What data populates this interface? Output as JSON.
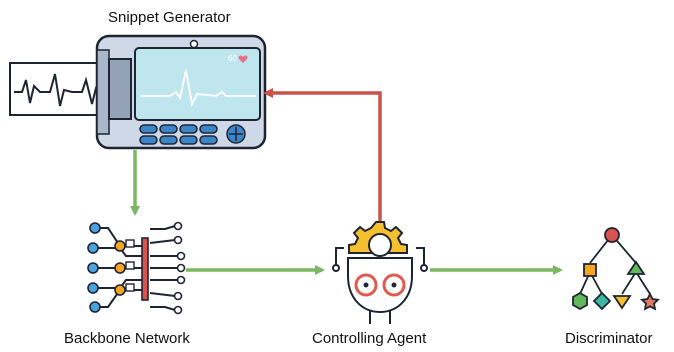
{
  "labels": {
    "snippet_generator": "Snippet Generator",
    "backbone_network": "Backbone Network",
    "controlling_agent": "Controlling Agent",
    "discriminator": "Discriminator"
  },
  "monitor": {
    "heart_rate": "60"
  },
  "colors": {
    "green_arrow": "#7bb661",
    "red_arrow": "#c9534a",
    "monitor_body": "#cfd8e6",
    "screen": "#bfe6ef",
    "screen_line": "#ffffff",
    "key_blue": "#3a86c8",
    "node_blue": "#4aa3df",
    "node_orange": "#f5a623",
    "node_red": "#d9534f",
    "gear_yellow": "#f5c030",
    "eye_red": "#e05a4f",
    "tree_green": "#63b85a",
    "tree_teal": "#3bb8a2",
    "outline": "#1f2433"
  },
  "icons": [
    "ecg-monitor-icon",
    "neural-network-icon",
    "robot-agent-icon",
    "decision-tree-icon"
  ]
}
